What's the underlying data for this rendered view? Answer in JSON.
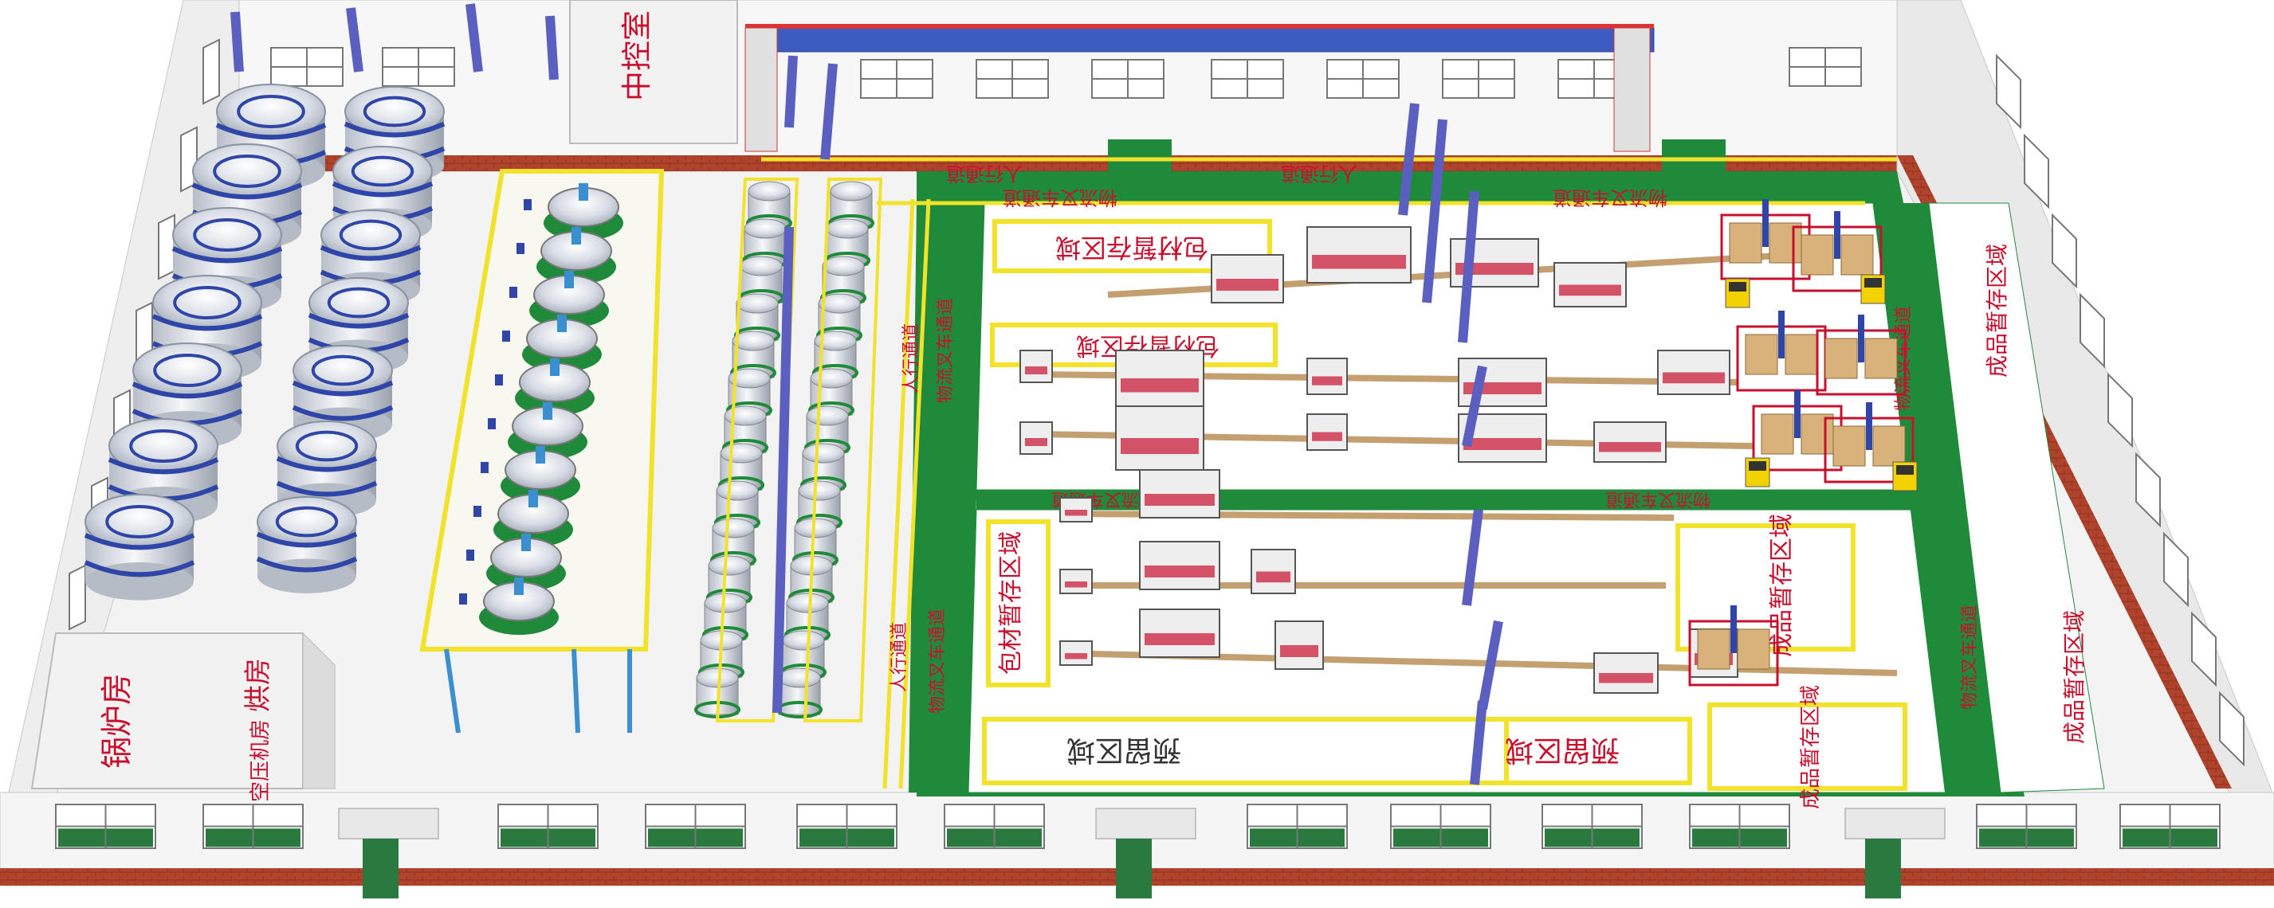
{
  "rooms": {
    "control_room": "中控室",
    "boiler_room": "锅炉房",
    "bake_room": "烘房",
    "compressor_room": "空压机房"
  },
  "walkways": {
    "top_left": "人行通道",
    "top_right": "人行通道",
    "left_vertical": "人行通道",
    "left_vertical_lower": "人行通道"
  },
  "forklift_channels": {
    "top_left": "物流叉车通道",
    "top_right": "物流叉车通道",
    "left_vertical": "物流叉车通道",
    "left_vertical_lower": "物流叉车通道",
    "right_vertical_upper": "物流叉车通道",
    "right_vertical_lower": "物流叉车通道",
    "middle_left": "物流叉车通道",
    "middle_right": "物流叉车通道"
  },
  "zones": {
    "packaging_temp_1": "包材暂存区域",
    "packaging_temp_2": "包材暂存区域",
    "packaging_temp_3": "包材暂存区域",
    "reserve_1": "预留区域",
    "reserve_2": "预留区域",
    "finished_temp_1": "成品暂存区域",
    "finished_temp_2": "成品暂存区域",
    "finished_temp_3": "成品暂存区域",
    "finished_temp_4": "成品暂存区域"
  },
  "colors": {
    "floor_green": "#1f8a3a",
    "zone_yellow": "#f2e32a",
    "label_red": "#c8102e",
    "wall_white": "#f4f4f4",
    "brick_red": "#b0432b",
    "column_blue": "#5a5fc0",
    "tank_blue": "#2f45a8"
  },
  "equipment_icons": [
    "mixing-tank-icon",
    "storage-tank-icon",
    "reactor-icon",
    "filling-machine-icon",
    "palletizer-robot-icon",
    "forklift-icon"
  ]
}
